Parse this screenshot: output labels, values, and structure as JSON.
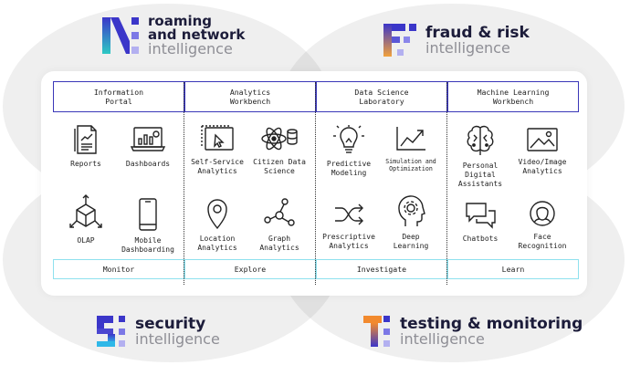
{
  "brands": {
    "roaming": {
      "line1": "roaming",
      "line2": "and network",
      "line3": "intelligence"
    },
    "fraud": {
      "line1": "fraud & risk",
      "line2": "intelligence"
    },
    "security": {
      "line1": "security",
      "line2": "intelligence"
    },
    "testing": {
      "line1": "testing & monitoring",
      "line2": "intelligence"
    }
  },
  "columns": [
    {
      "header": [
        "Information",
        "Portal"
      ],
      "footer": "Monitor",
      "items": [
        {
          "icon": "reports-icon",
          "label": [
            "Reports"
          ]
        },
        {
          "icon": "dashboards-icon",
          "label": [
            "Dashboards"
          ]
        },
        {
          "icon": "olap-cube-icon",
          "label": [
            "OLAP"
          ]
        },
        {
          "icon": "mobile-icon",
          "label": [
            "Mobile",
            "Dashboarding"
          ]
        }
      ]
    },
    {
      "header": [
        "Analytics",
        "Workbench"
      ],
      "footer": "Explore",
      "items": [
        {
          "icon": "self-service-icon",
          "label": [
            "Self-Service",
            "Analytics"
          ]
        },
        {
          "icon": "atom-database-icon",
          "label": [
            "Citizen Data",
            "Science"
          ]
        },
        {
          "icon": "location-pin-icon",
          "label": [
            "Location",
            "Analytics"
          ]
        },
        {
          "icon": "graph-network-icon",
          "label": [
            "Graph",
            "Analytics"
          ]
        }
      ]
    },
    {
      "header": [
        "Data Science",
        "Laboratory"
      ],
      "footer": "Investigate",
      "items": [
        {
          "icon": "lightbulb-icon",
          "label": [
            "Predictive",
            "Modeling"
          ]
        },
        {
          "icon": "trend-chart-icon",
          "label": [
            "Simulation and",
            "Optimization"
          ]
        },
        {
          "icon": "shuffle-icon",
          "label": [
            "Prescriptive",
            "Analytics"
          ]
        },
        {
          "icon": "head-gear-icon",
          "label": [
            "Deep",
            "Learning"
          ]
        }
      ]
    },
    {
      "header": [
        "Machine Learning",
        "Workbench"
      ],
      "footer": "Learn",
      "items": [
        {
          "icon": "brain-icon",
          "label": [
            "Personal",
            "Digital",
            "Assistants"
          ]
        },
        {
          "icon": "image-icon",
          "label": [
            "Video/Image",
            "Analytics"
          ]
        },
        {
          "icon": "chat-bubbles-icon",
          "label": [
            "Chatbots"
          ]
        },
        {
          "icon": "face-icon",
          "label": [
            "Face",
            "Recognition"
          ]
        }
      ]
    }
  ],
  "colors": {
    "header_border": "#3a37b8",
    "footer_border": "#8fe1ee",
    "circle": "#efefef"
  }
}
